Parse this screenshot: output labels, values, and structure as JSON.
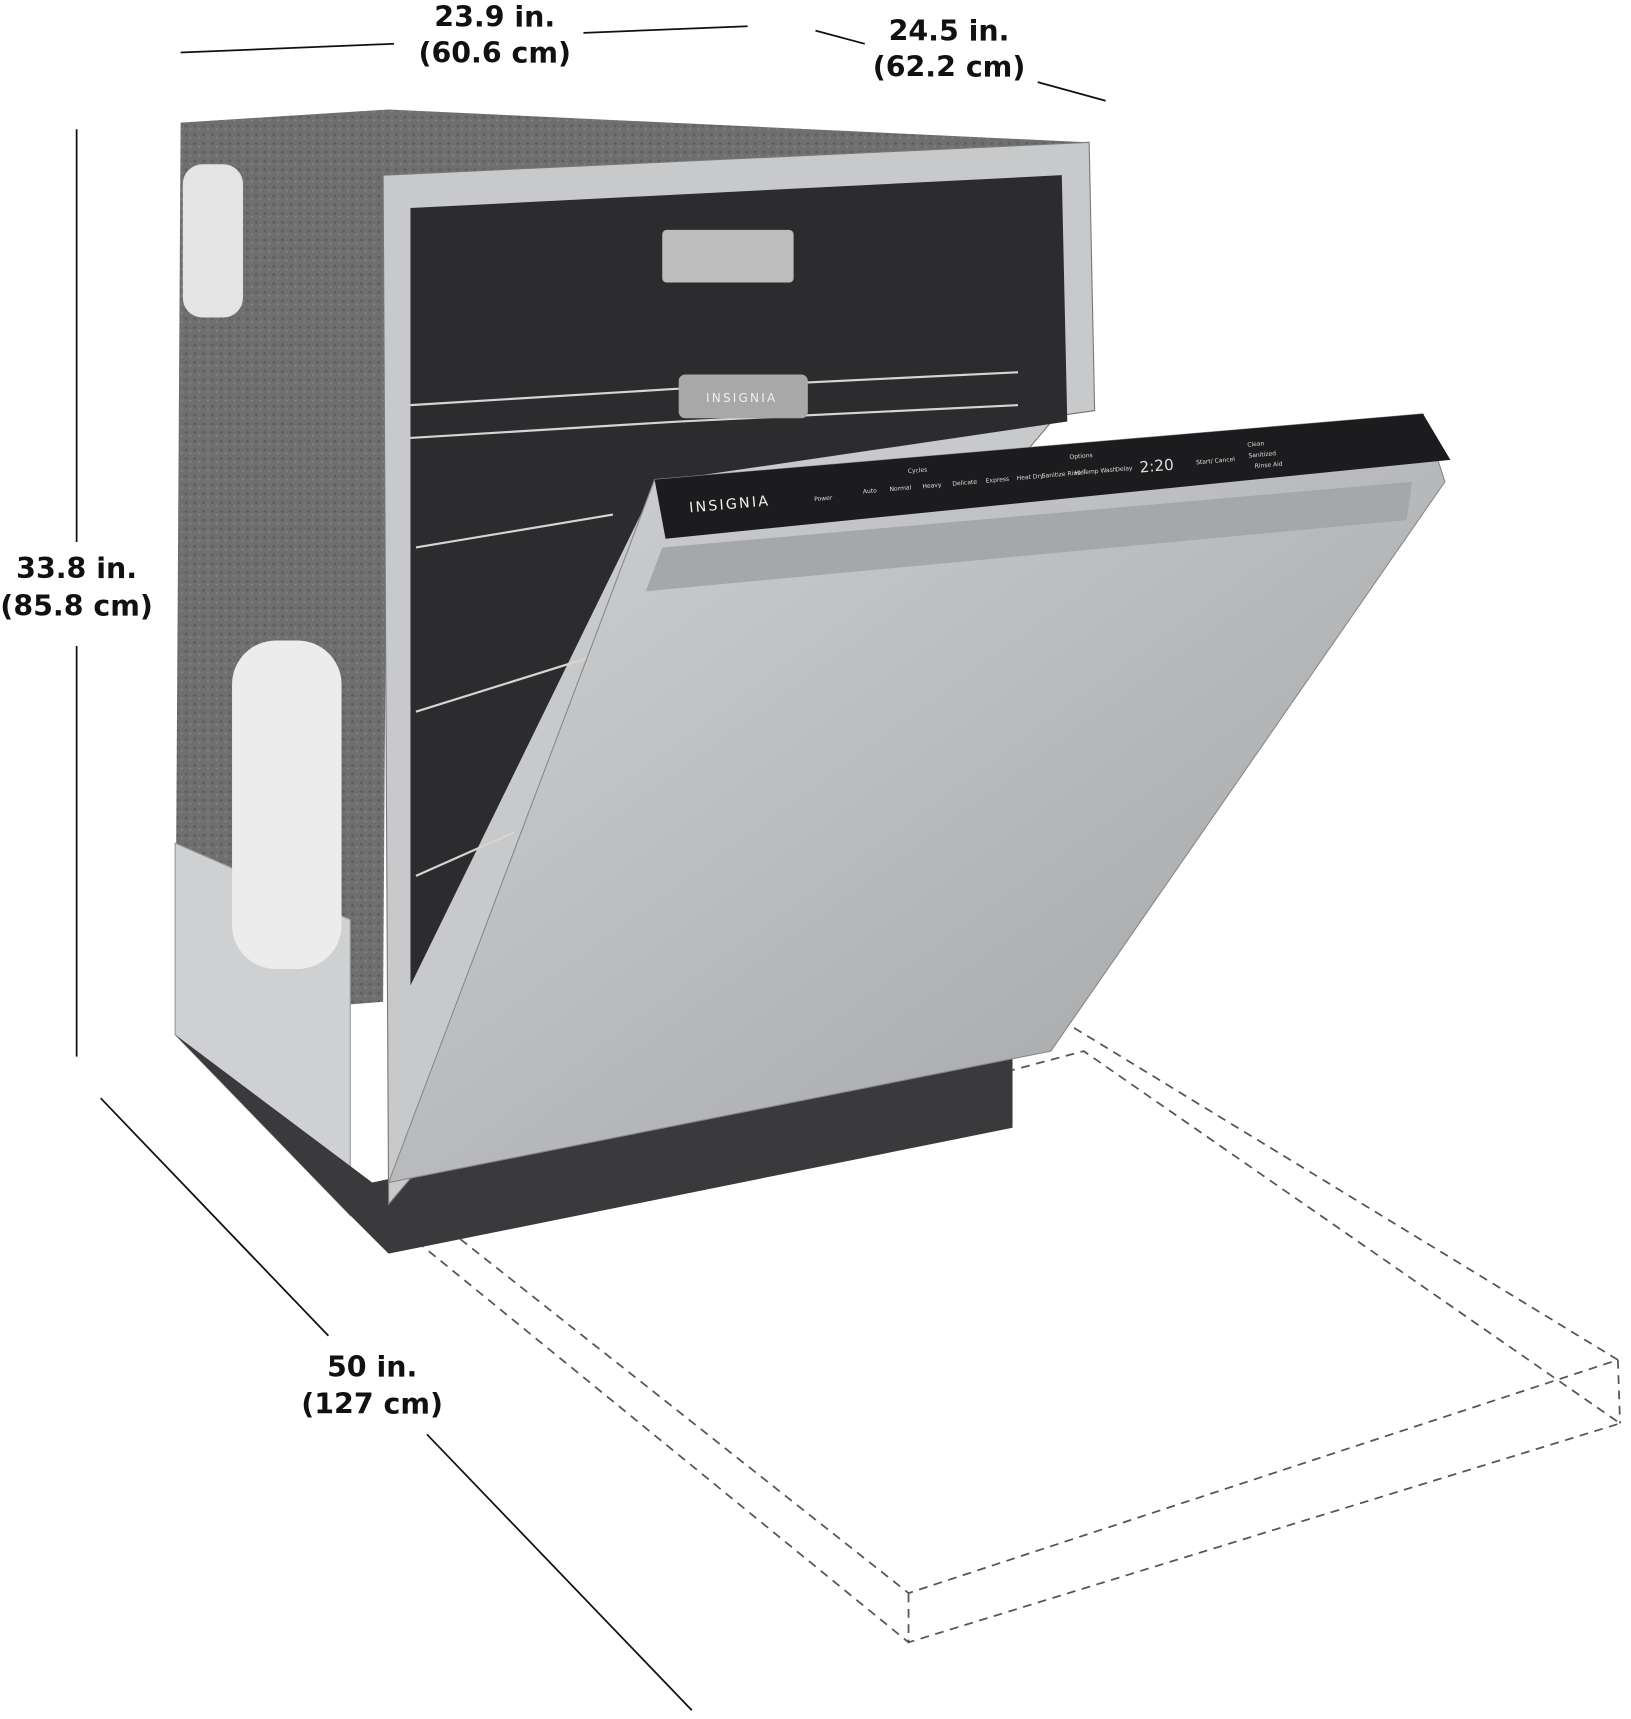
{
  "dimensions": {
    "width": {
      "imperial": "23.9 in.",
      "metric": "(60.6 cm)"
    },
    "depth": {
      "imperial": "24.5 in.",
      "metric": "(62.2 cm)"
    },
    "height": {
      "imperial": "33.8 in.",
      "metric": "(85.8 cm)"
    },
    "door_open_depth": {
      "imperial": "50 in.",
      "metric": "(127 cm)"
    }
  },
  "product": {
    "brand": "INSIGNIA",
    "rack_brand": "INSIGNIA",
    "control_panel": {
      "power": "Power",
      "cycles_label": "Cycles",
      "cycles": [
        "Auto",
        "Normal",
        "Heavy",
        "Delicate",
        "Express"
      ],
      "options_label": "Options",
      "options": [
        "Heat Dry",
        "Sanitize Rinse",
        "Hi Temp Wash",
        "Delay"
      ],
      "display": "2:20",
      "start": "Start/ Cancel",
      "indicators": [
        "Clean",
        "Sanitized",
        "Rinse Aid"
      ]
    },
    "colors": {
      "stainless": "#b9bbbd",
      "panel": "#1c1c1e",
      "insulation": "#6e6e6e",
      "dash": "#555555"
    }
  }
}
